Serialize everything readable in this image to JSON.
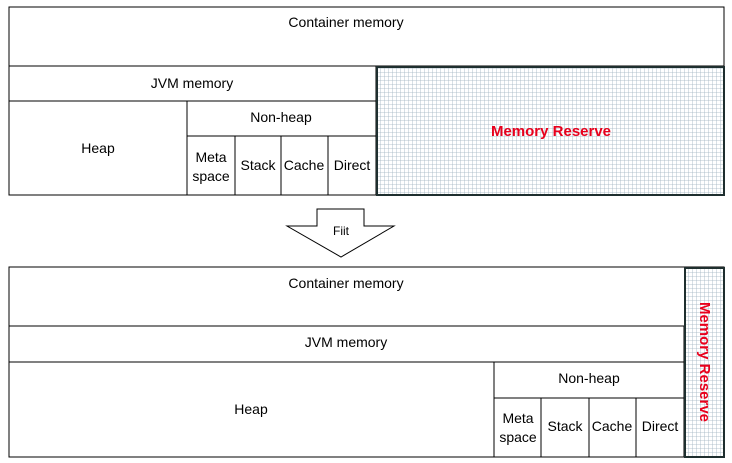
{
  "top": {
    "container": "Container memory",
    "jvm": "JVM memory",
    "heap": "Heap",
    "nonheap": "Non-heap",
    "meta_line1": "Meta",
    "meta_line2": "space",
    "stack": "Stack",
    "cache": "Cache",
    "direct": "Direct",
    "reserve": "Memory Reserve"
  },
  "arrow": {
    "label": "Fiit"
  },
  "bottom": {
    "container": "Container memory",
    "jvm": "JVM memory",
    "heap": "Heap",
    "nonheap": "Non-heap",
    "meta_line1": "Meta",
    "meta_line2": "space",
    "stack": "Stack",
    "cache": "Cache",
    "direct": "Direct",
    "reserve": "Memory Reserve"
  },
  "colors": {
    "reserve_text": "#e8001c",
    "grid_line": "#9fb3bf",
    "border": "#000000"
  }
}
